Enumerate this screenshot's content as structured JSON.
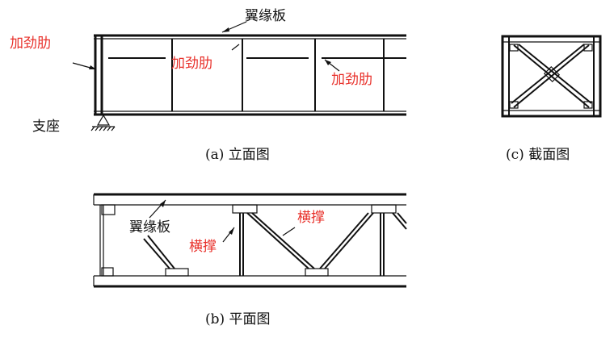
{
  "elevation": {
    "flange_label": "翼缘板",
    "stiffener_label_1": "加劲肋",
    "stiffener_label_2": "加劲肋",
    "stiffener_label_3": "加劲肋",
    "support_label": "支座",
    "caption": "(a) 立面图"
  },
  "section": {
    "caption": "(c) 截面图"
  },
  "plan": {
    "flange_label": "翼缘板",
    "brace_label_1": "横撑",
    "brace_label_2": "横撑",
    "caption": "(b) 平面图"
  },
  "colors": {
    "annotation_red": "#e8302a",
    "line": "#111111"
  }
}
